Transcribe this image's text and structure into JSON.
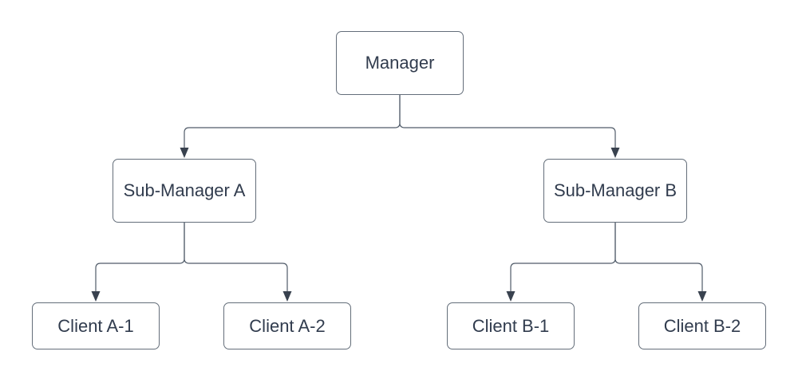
{
  "diagram": {
    "type": "tree",
    "nodes": [
      {
        "id": "manager",
        "label": "Manager",
        "parent": null
      },
      {
        "id": "sub-a",
        "label": "Sub-Manager A",
        "parent": "manager"
      },
      {
        "id": "sub-b",
        "label": "Sub-Manager B",
        "parent": "manager"
      },
      {
        "id": "client-a1",
        "label": "Client A-1",
        "parent": "sub-a"
      },
      {
        "id": "client-a2",
        "label": "Client A-2",
        "parent": "sub-a"
      },
      {
        "id": "client-b1",
        "label": "Client B-1",
        "parent": "sub-b"
      },
      {
        "id": "client-b2",
        "label": "Client B-2",
        "parent": "sub-b"
      }
    ],
    "edges": [
      {
        "from": "manager",
        "to": "sub-a"
      },
      {
        "from": "manager",
        "to": "sub-b"
      },
      {
        "from": "sub-a",
        "to": "client-a1"
      },
      {
        "from": "sub-a",
        "to": "client-a2"
      },
      {
        "from": "sub-b",
        "to": "client-b1"
      },
      {
        "from": "sub-b",
        "to": "client-b2"
      }
    ],
    "colors": {
      "background": "#ffffff",
      "node_fill": "#ffffff",
      "node_border": "#646e7a",
      "connector": "#505b69",
      "arrowhead": "#39424f",
      "text": "#313c4e"
    }
  }
}
